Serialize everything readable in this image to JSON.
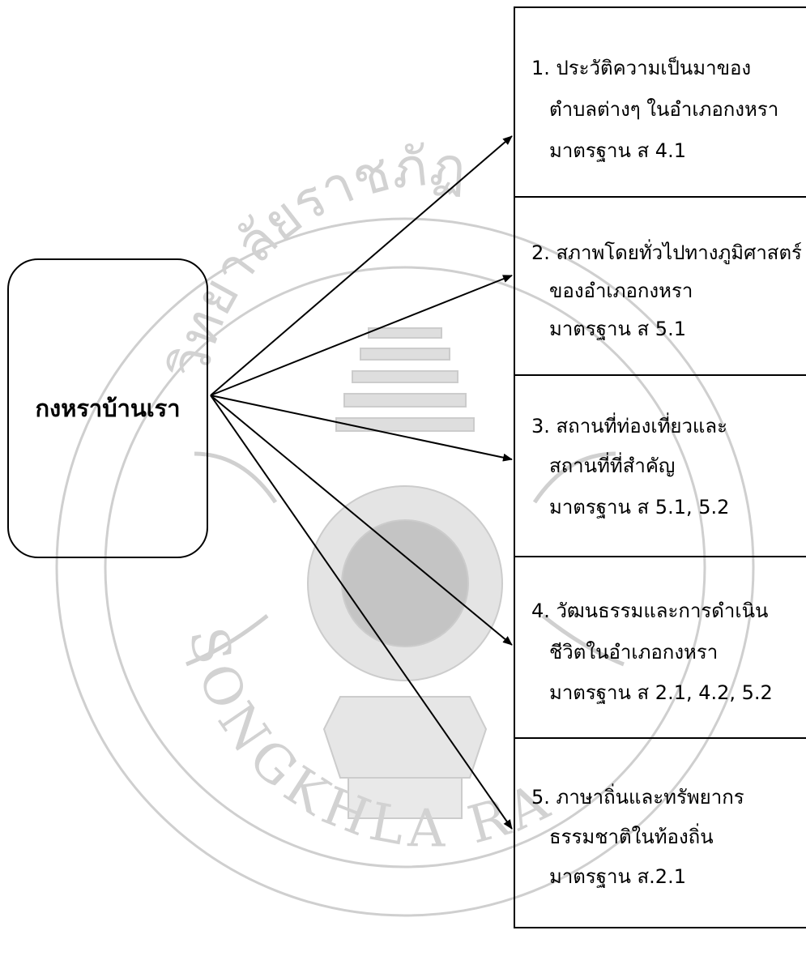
{
  "watermark": {
    "arc_top": "วิทยาลัยราชภัฏ",
    "arc_bottom": "SONGKHLA RAJABHAT"
  },
  "root": {
    "label": "กงหราบ้านเรา"
  },
  "topics": [
    {
      "lines": [
        "1. ประวัติความเป็นมาของ",
        "ตำบลต่างๆ ในอำเภอกงหรา",
        "มาตรฐาน ส 4.1"
      ]
    },
    {
      "lines": [
        "2. สภาพโดยทั่วไปทางภูมิศาสตร์",
        "ของอำเภอกงหรา",
        "มาตรฐาน ส 5.1"
      ]
    },
    {
      "lines": [
        "3. สถานที่ท่องเที่ยวและ",
        "สถานที่ที่สำคัญ",
        "มาตรฐาน ส 5.1, 5.2"
      ]
    },
    {
      "lines": [
        "4. วัฒนธรรมและการดำเนิน",
        "ชีวิตในอำเภอกงหรา",
        "มาตรฐาน ส 2.1, 4.2, 5.2"
      ]
    },
    {
      "lines": [
        "5. ภาษาถิ่นและทรัพยากร",
        "ธรรมชาติในท้องถิ่น",
        "มาตรฐาน ส.2.1"
      ]
    }
  ]
}
